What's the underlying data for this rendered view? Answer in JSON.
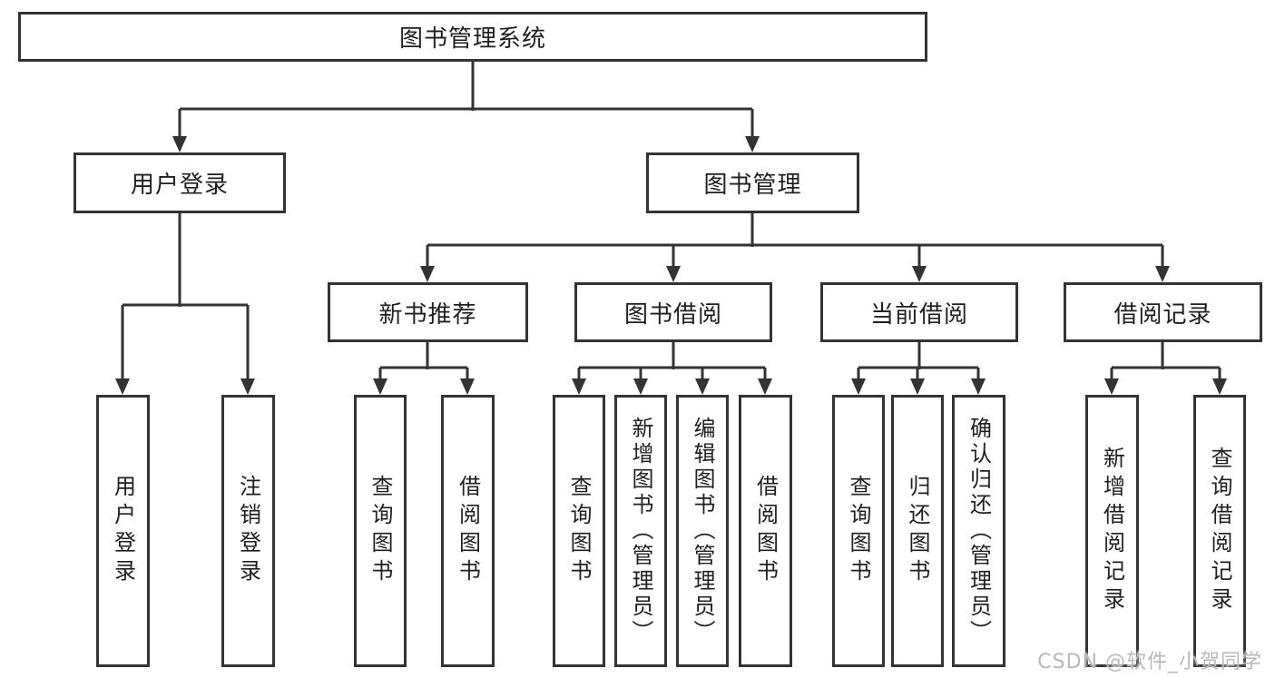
{
  "tree": {
    "root": {
      "label": "图书管理系统"
    },
    "children": [
      {
        "label": "用户登录",
        "children": [
          {
            "label": "用户登录"
          },
          {
            "label": "注销登录"
          }
        ]
      },
      {
        "label": "图书管理",
        "children": [
          {
            "label": "新书推荐",
            "children": [
              {
                "label": "查询图书"
              },
              {
                "label": "借阅图书"
              }
            ]
          },
          {
            "label": "图书借阅",
            "children": [
              {
                "label": "查询图书"
              },
              {
                "label": "新增图书（管理员）"
              },
              {
                "label": "编辑图书（管理员）"
              },
              {
                "label": "借阅图书"
              }
            ]
          },
          {
            "label": "当前借阅",
            "children": [
              {
                "label": "查询图书"
              },
              {
                "label": "归还图书"
              },
              {
                "label": "确认归还（管理员）"
              }
            ]
          },
          {
            "label": "借阅记录",
            "children": [
              {
                "label": "新增借阅记录"
              },
              {
                "label": "查询借阅记录"
              }
            ]
          }
        ]
      }
    ]
  },
  "watermark": "CSDN @软件_小贺同学",
  "colors": {
    "line": "#333333",
    "node_border": "#333333",
    "text": "#1f1f1f",
    "watermark": "#b9b9b9",
    "background": "#ffffff"
  }
}
